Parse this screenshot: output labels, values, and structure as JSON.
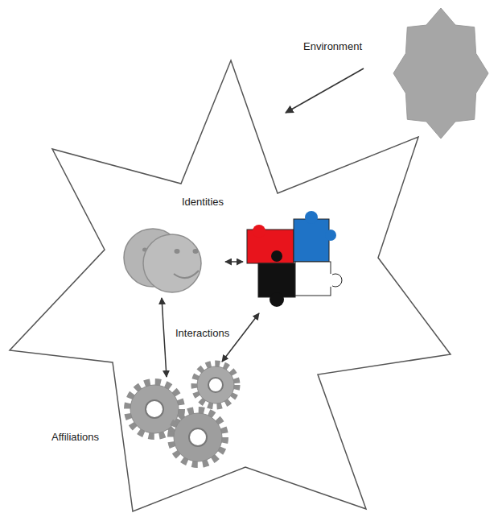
{
  "diagram": {
    "nodes": [
      {
        "text": [
          "Environment"
        ]
      },
      {
        "text": [
          "Identities",
          "Interactions"
        ]
      }
    ],
    "edges": [
      {
        "from": 0,
        "to": 1,
        "arrow": "to"
      }
    ],
    "labels": [
      "Affiliations"
    ]
  }
}
